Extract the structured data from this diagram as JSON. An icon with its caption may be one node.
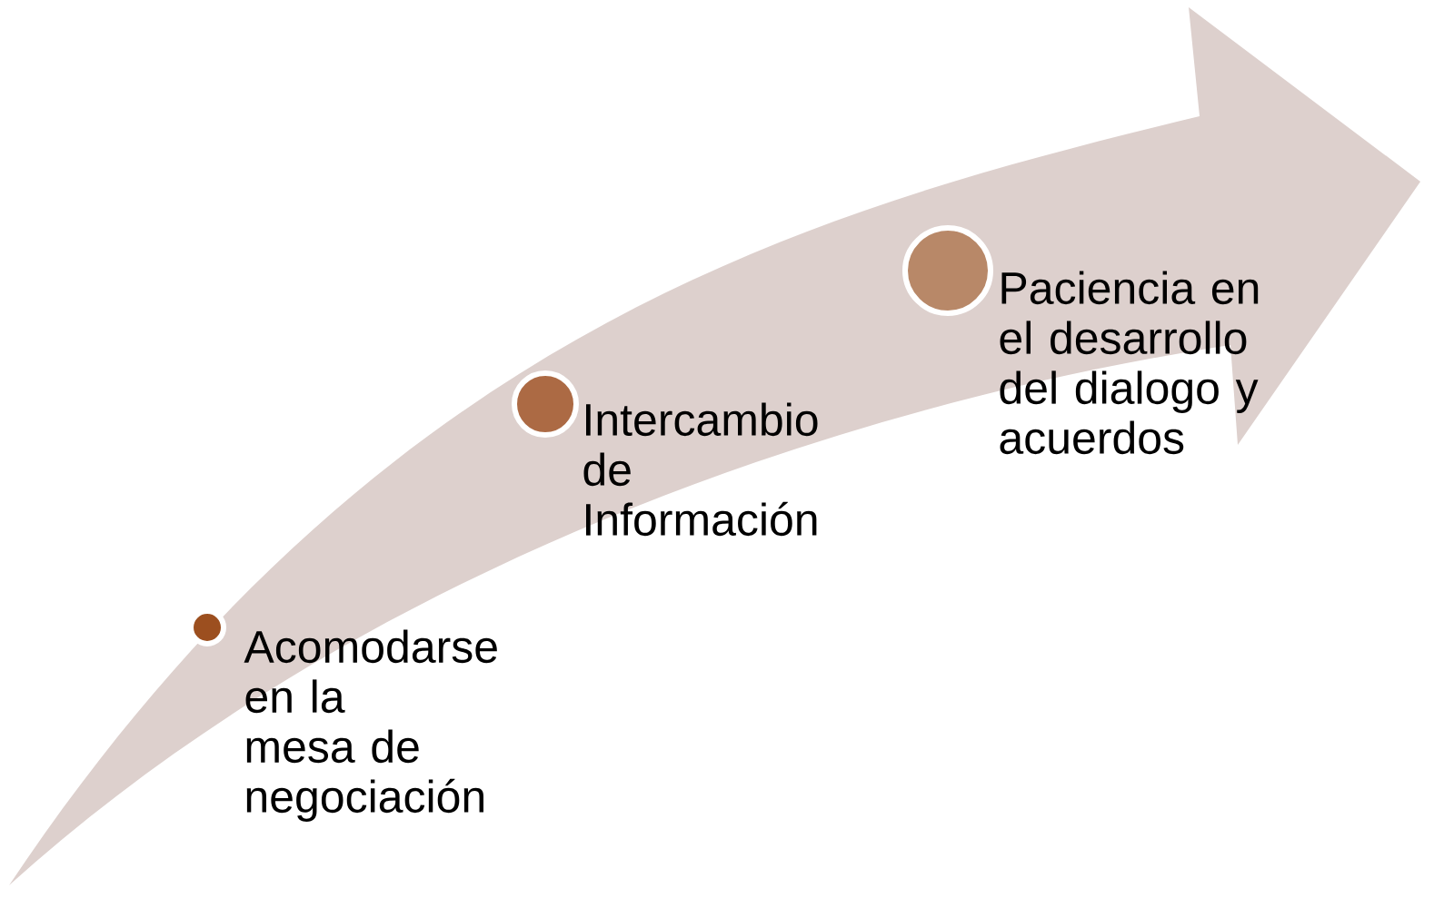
{
  "diagram": {
    "nodes": [
      {
        "text": [],
        "shape": "circle",
        "beside": [
          "Acomodarse en la mesa de negociación"
        ]
      },
      {
        "text": [],
        "shape": "circle",
        "beside": [
          "Intercambio de Información"
        ]
      },
      {
        "text": [],
        "shape": "circle",
        "beside": [
          "Paciencia en el desarrollo del dialogo y acuerdos"
        ]
      }
    ]
  }
}
